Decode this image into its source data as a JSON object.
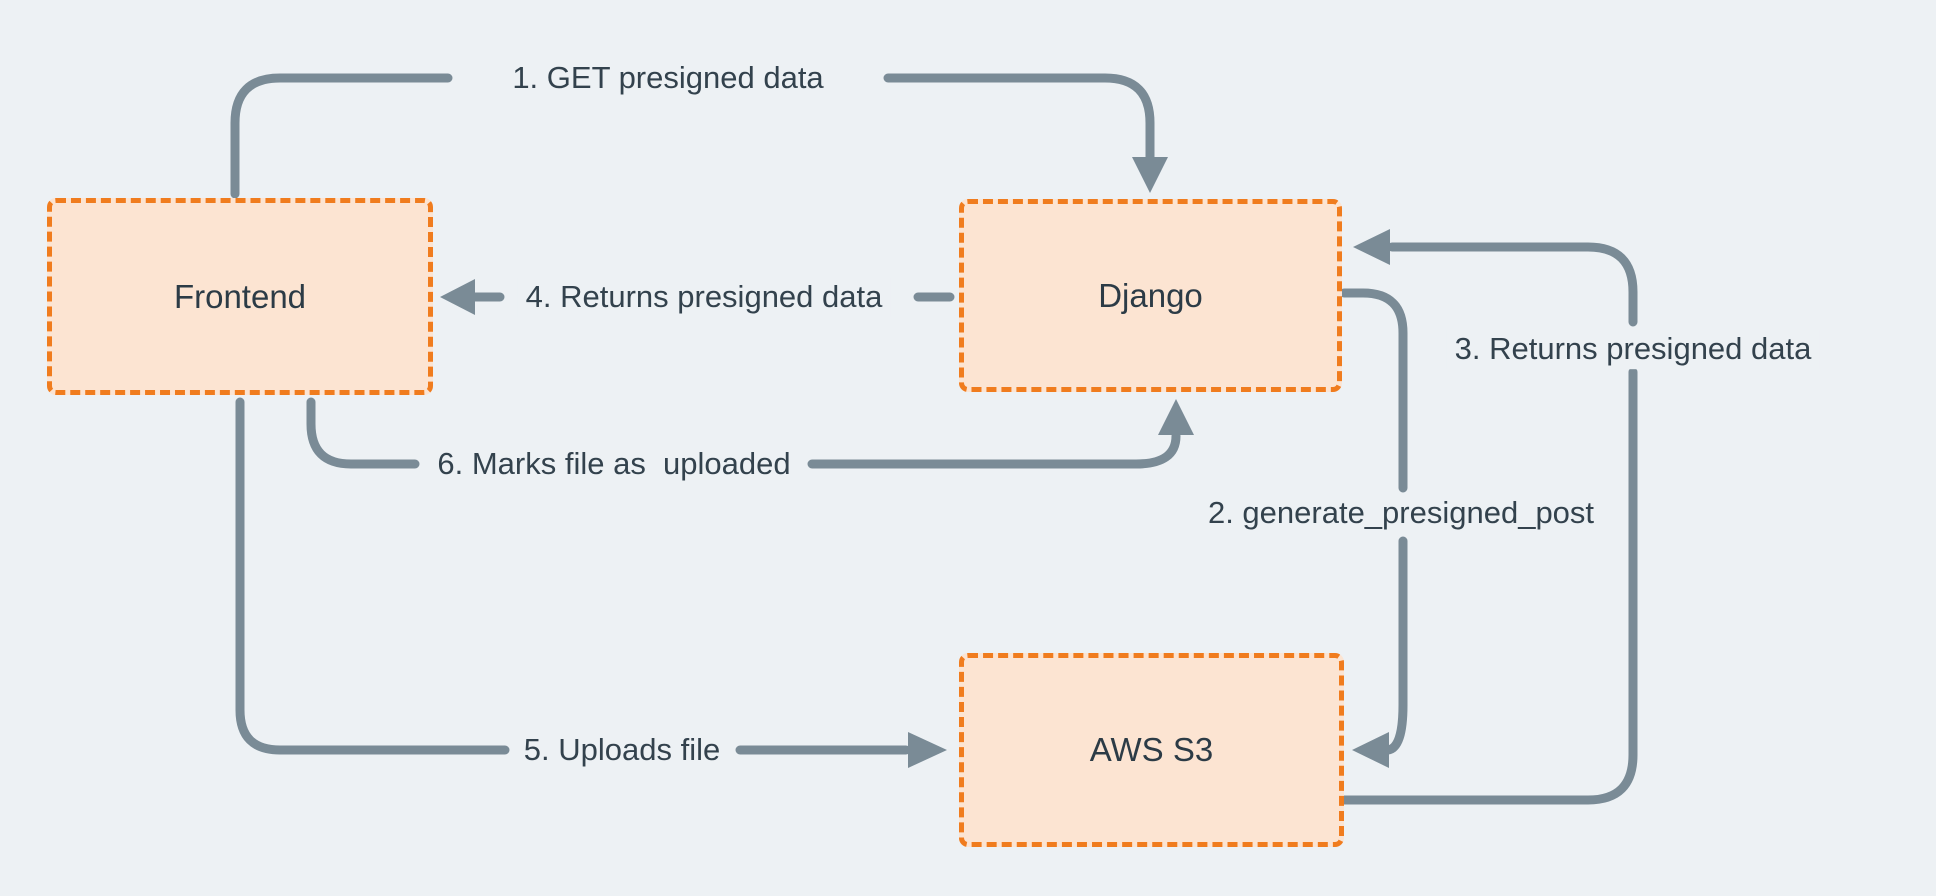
{
  "diagram": {
    "background_color": "#edf1f4",
    "arrow_color": "#7a8b96",
    "box_border_color": "#f07c1e",
    "box_fill_color": "#fce4d2",
    "text_color": "#33424d",
    "nodes": [
      {
        "id": "frontend",
        "label": "Frontend"
      },
      {
        "id": "django",
        "label": "Django"
      },
      {
        "id": "aws-s3",
        "label": "AWS S3"
      }
    ],
    "edges": [
      {
        "id": "1",
        "label": "1. GET presigned data",
        "from": "Frontend",
        "to": "Django"
      },
      {
        "id": "2",
        "label": "2. generate_presigned_post",
        "from": "Django",
        "to": "AWS S3"
      },
      {
        "id": "3",
        "label": "3. Returns presigned data",
        "from": "AWS S3",
        "to": "Django"
      },
      {
        "id": "4",
        "label": "4. Returns presigned data",
        "from": "Django",
        "to": "Frontend"
      },
      {
        "id": "5",
        "label": "5. Uploads file",
        "from": "Frontend",
        "to": "AWS S3"
      },
      {
        "id": "6",
        "label": "6. Marks file as  uploaded",
        "from": "Frontend",
        "to": "Django"
      }
    ]
  }
}
